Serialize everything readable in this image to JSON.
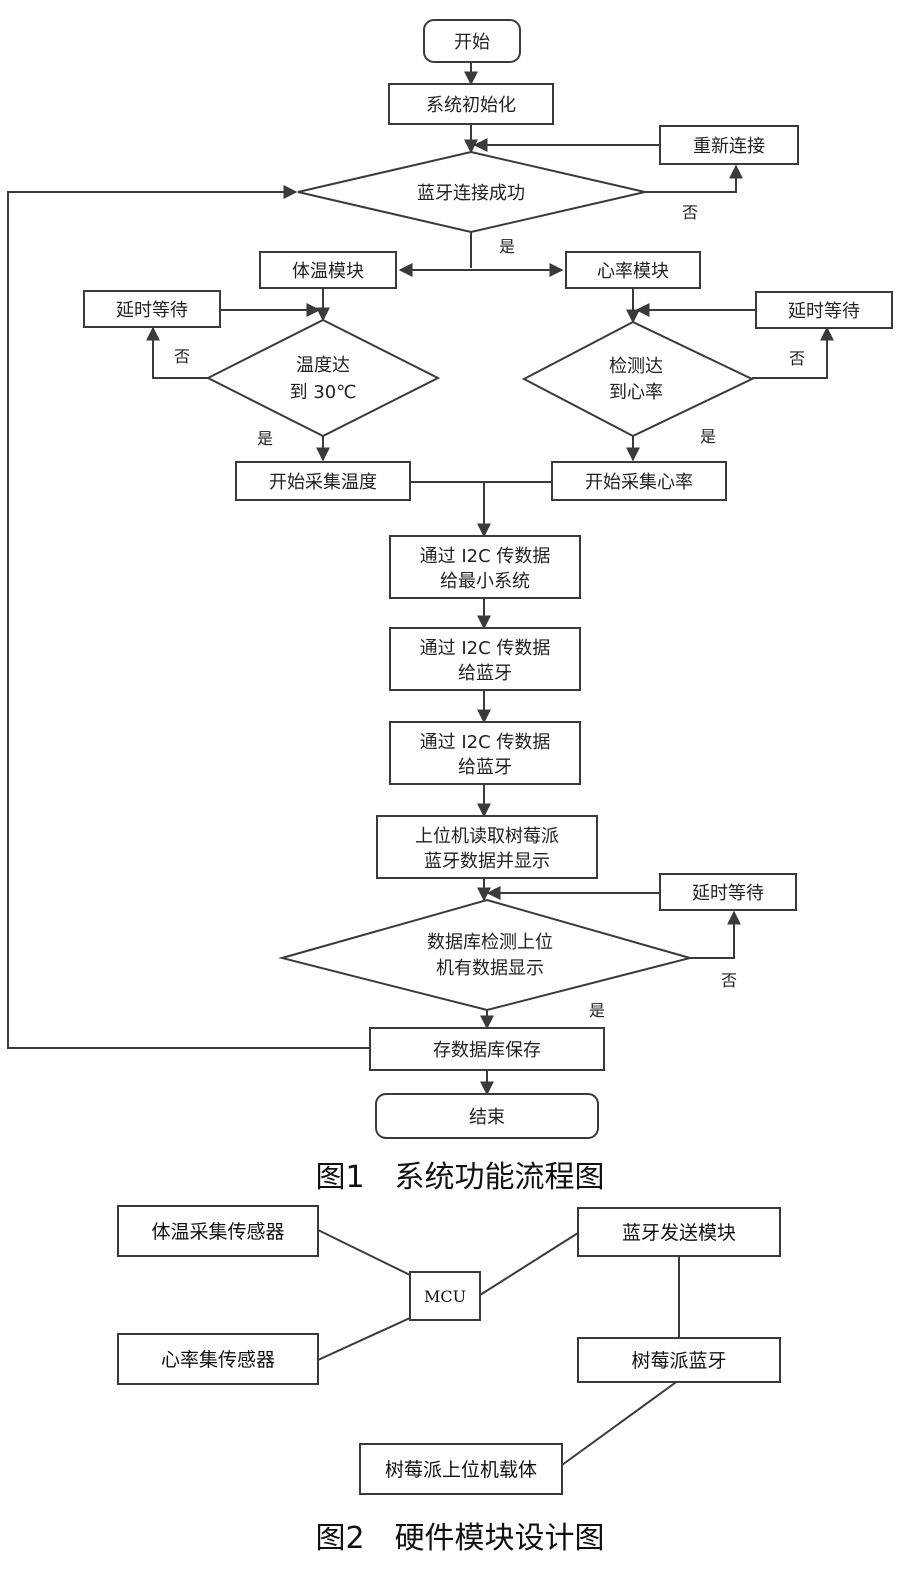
{
  "figure1": {
    "caption": "图1　系统功能流程图",
    "nodes": {
      "start": "开始",
      "init": "系统初始化",
      "reconnect": "重新连接",
      "bt_check": "蓝牙连接成功",
      "temp_module": "体温模块",
      "hr_module": "心率模块",
      "delay_left": "延时等待",
      "delay_right": "延时等待",
      "temp_check_line1": "温度达",
      "temp_check_line2": "到 30℃",
      "hr_check_line1": "检测达",
      "hr_check_line2": "到心率",
      "collect_temp": "开始采集温度",
      "collect_hr": "开始采集心率",
      "i2c_min_line1": "通过 I2C 传数据",
      "i2c_min_line2": "给最小系统",
      "i2c_bt1_line1": "通过 I2C 传数据",
      "i2c_bt1_line2": "给蓝牙",
      "i2c_bt2_line1": "通过 I2C 传数据",
      "i2c_bt2_line2": "给蓝牙",
      "host_read_line1": "上位机读取树莓派",
      "host_read_line2": "蓝牙数据并显示",
      "delay_db": "延时等待",
      "db_check_line1": "数据库检测上位",
      "db_check_line2": "机有数据显示",
      "save_db": "存数据库保存",
      "end": "结束"
    },
    "edge_labels": {
      "bt_no": "否",
      "bt_yes": "是",
      "temp_no": "否",
      "temp_yes": "是",
      "hr_no": "否",
      "hr_yes": "是",
      "db_no": "否",
      "db_yes": "是"
    }
  },
  "figure2": {
    "caption": "图2　硬件模块设计图",
    "nodes": {
      "temp_sensor": "体温采集传感器",
      "hr_sensor": "心率集传感器",
      "mcu": "MCU",
      "bt_send": "蓝牙发送模块",
      "rpi_bt": "树莓派蓝牙",
      "rpi_host": "树莓派上位机载体"
    }
  }
}
